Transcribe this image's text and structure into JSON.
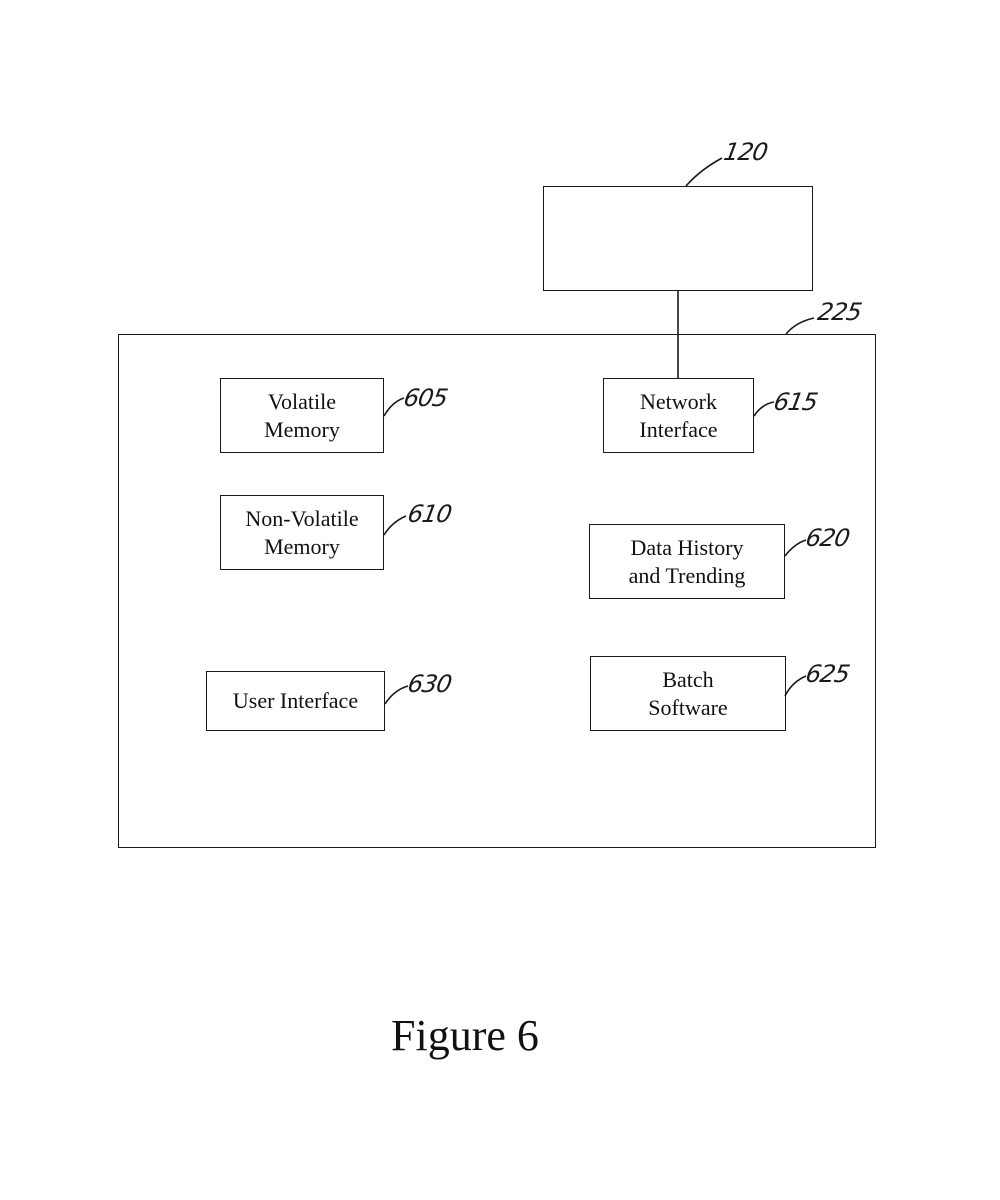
{
  "figure": {
    "caption": "Figure 6"
  },
  "server": {
    "ref": "120"
  },
  "system": {
    "ref": "225",
    "components": [
      {
        "key": "volatile_memory",
        "label": "Volatile\nMemory",
        "ref": "605"
      },
      {
        "key": "non_volatile_memory",
        "label": "Non-Volatile\nMemory",
        "ref": "610"
      },
      {
        "key": "network_interface",
        "label": "Network\nInterface",
        "ref": "615"
      },
      {
        "key": "data_history",
        "label": "Data History\nand Trending",
        "ref": "620"
      },
      {
        "key": "batch_software",
        "label": "Batch\nSoftware",
        "ref": "625"
      },
      {
        "key": "user_interface",
        "label": "User Interface",
        "ref": "630"
      }
    ]
  }
}
